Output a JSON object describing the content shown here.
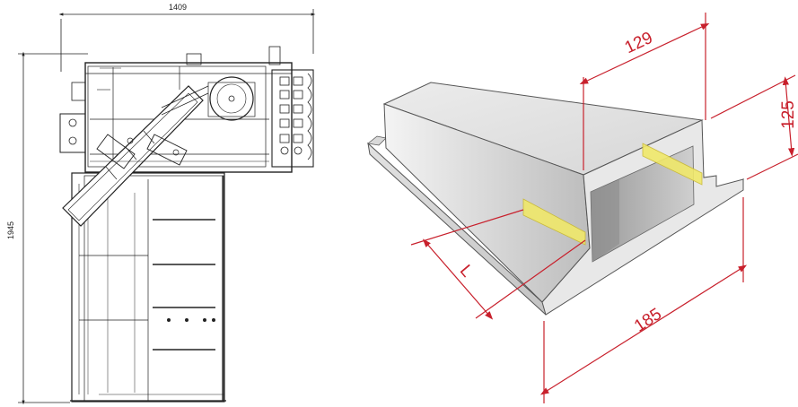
{
  "machine_drawing": {
    "width_label": "1409",
    "height_label": "1945"
  },
  "profile_drawing": {
    "top_width_label": "129",
    "height_label": "125",
    "base_width_label": "185",
    "length_label": "L"
  },
  "colors": {
    "dimension_red": "#c8202c",
    "line_black": "#222222",
    "profile_highlight": "#f0e86a"
  }
}
